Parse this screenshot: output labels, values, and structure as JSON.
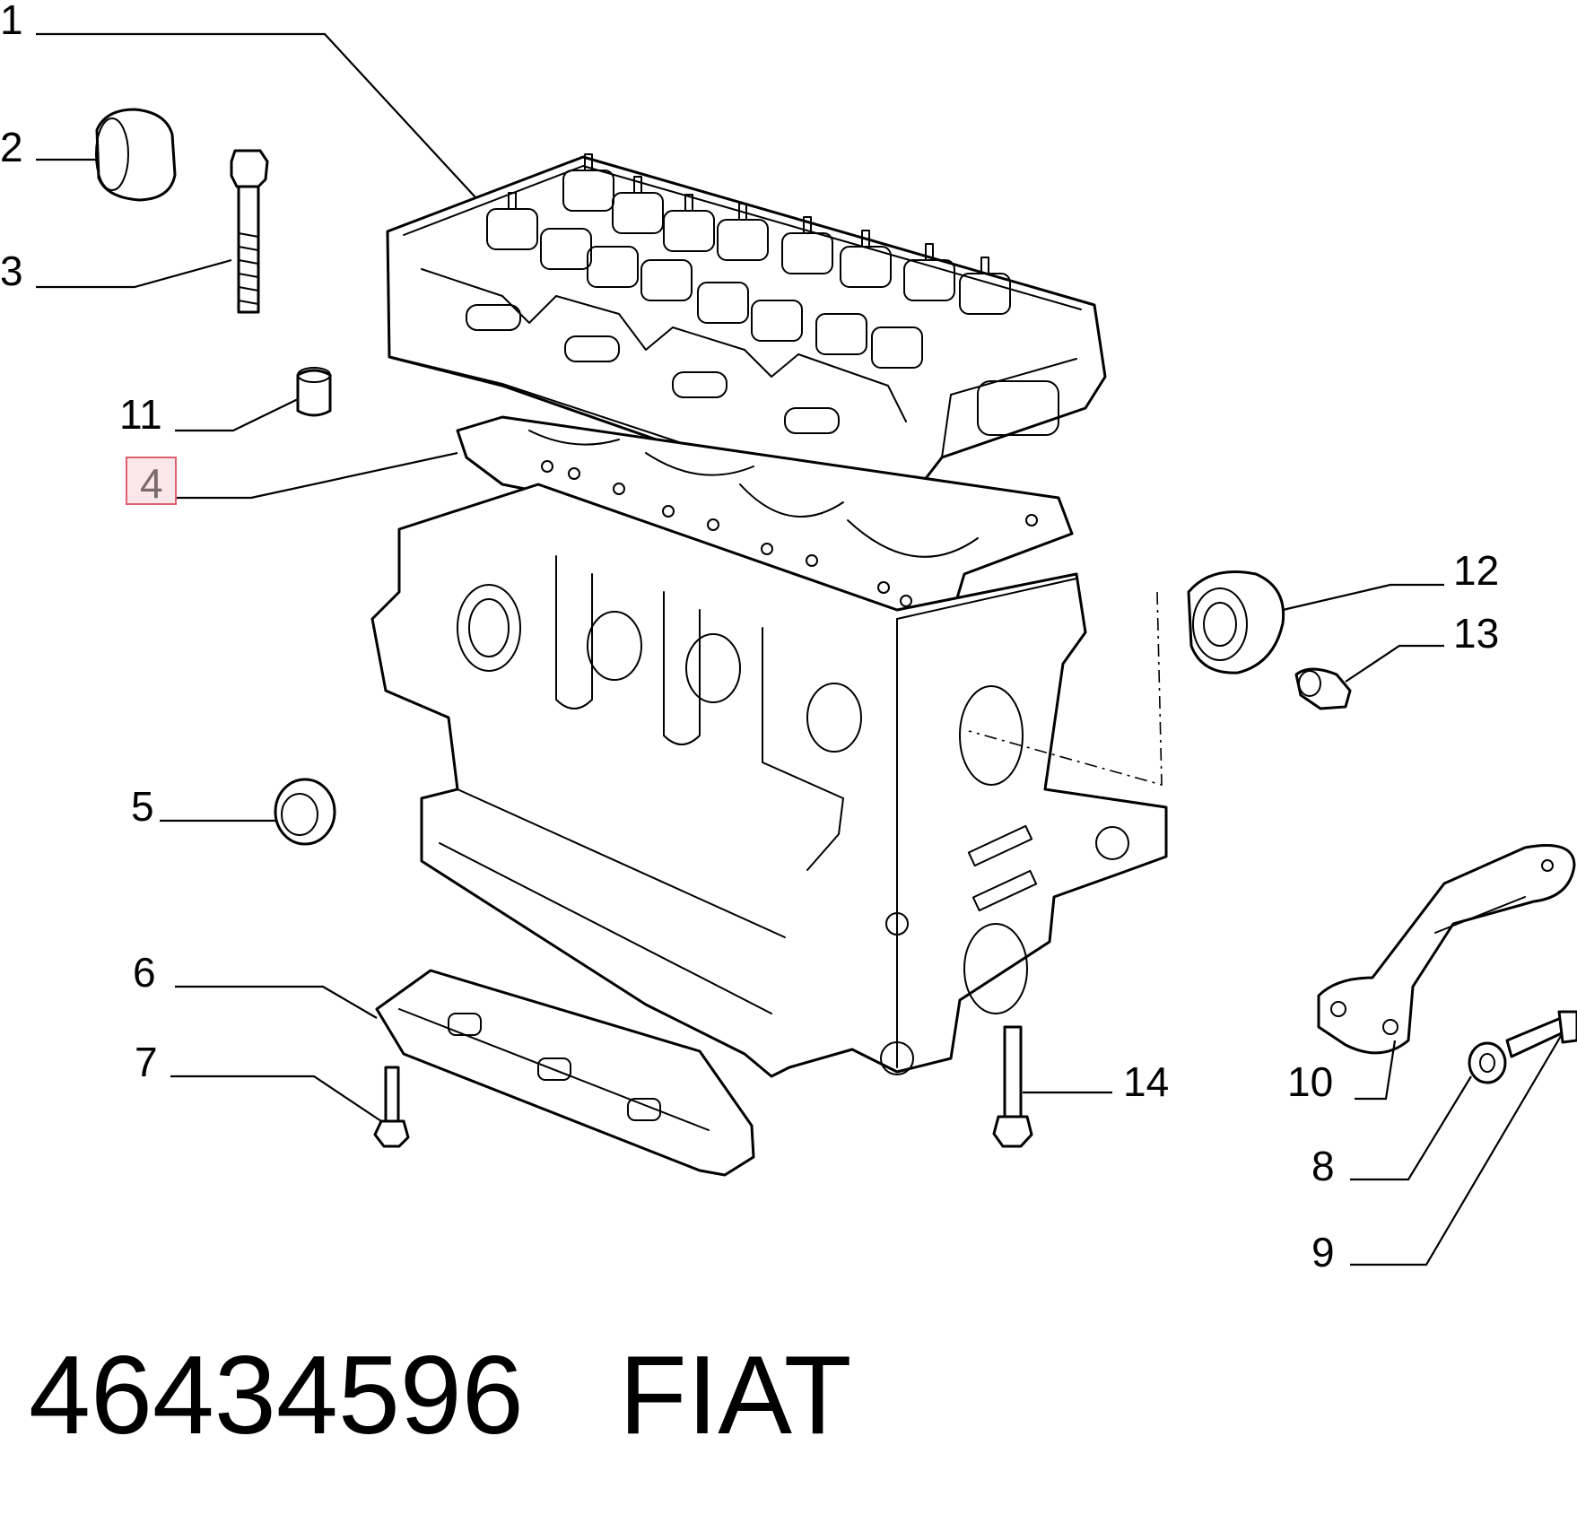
{
  "callouts": {
    "c1": "1",
    "c2": "2",
    "c3": "3",
    "c4": "4",
    "c5": "5",
    "c6": "6",
    "c7": "7",
    "c8": "8",
    "c9": "9",
    "c10": "10",
    "c11": "11",
    "c12": "12",
    "c13": "13",
    "c14": "14"
  },
  "highlighted_callout": "4",
  "footer": {
    "part_number": "46434596",
    "brand": "FIAT"
  },
  "colors": {
    "highlight_fill": "#fbe6ea",
    "highlight_stroke": "#e06070",
    "ink": "#000000"
  }
}
